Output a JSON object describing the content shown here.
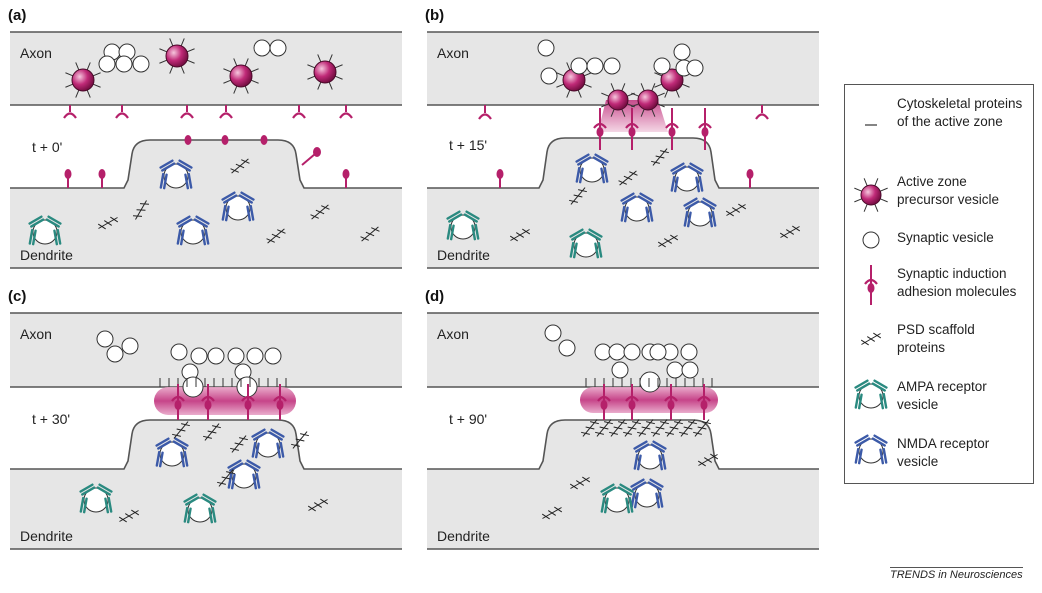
{
  "panels": [
    {
      "id": "a",
      "label": "(a)",
      "axon": "Axon",
      "dendrite": "Dendrite",
      "time": "t + 0'"
    },
    {
      "id": "b",
      "label": "(b)",
      "axon": "Axon",
      "dendrite": "Dendrite",
      "time": "t + 15'"
    },
    {
      "id": "c",
      "label": "(c)",
      "axon": "Axon",
      "dendrite": "Dendrite",
      "time": "t + 30'"
    },
    {
      "id": "d",
      "label": "(d)",
      "axon": "Axon",
      "dendrite": "Dendrite",
      "time": "t + 90'"
    }
  ],
  "legend": {
    "cytoskeletal": "Cytoskeletal proteins of the active zone",
    "precursor": "Active zone precursor vesicle",
    "synaptic_vesicle": "Synaptic vesicle",
    "adhesion": "Synaptic induction adhesion molecules",
    "psd": "PSD scaffold proteins",
    "ampa": "AMPA receptor vesicle",
    "nmda": "NMDA receptor vesicle"
  },
  "credit": "TRENDS in Neurosciences",
  "colors": {
    "membrane_fill": "#e6e6e6",
    "membrane_line": "#555555",
    "magenta": "#b5206a",
    "magenta_light": "#e89bc0",
    "ampa_teal": "#2a8a80",
    "nmda_blue": "#3c5aa8"
  }
}
